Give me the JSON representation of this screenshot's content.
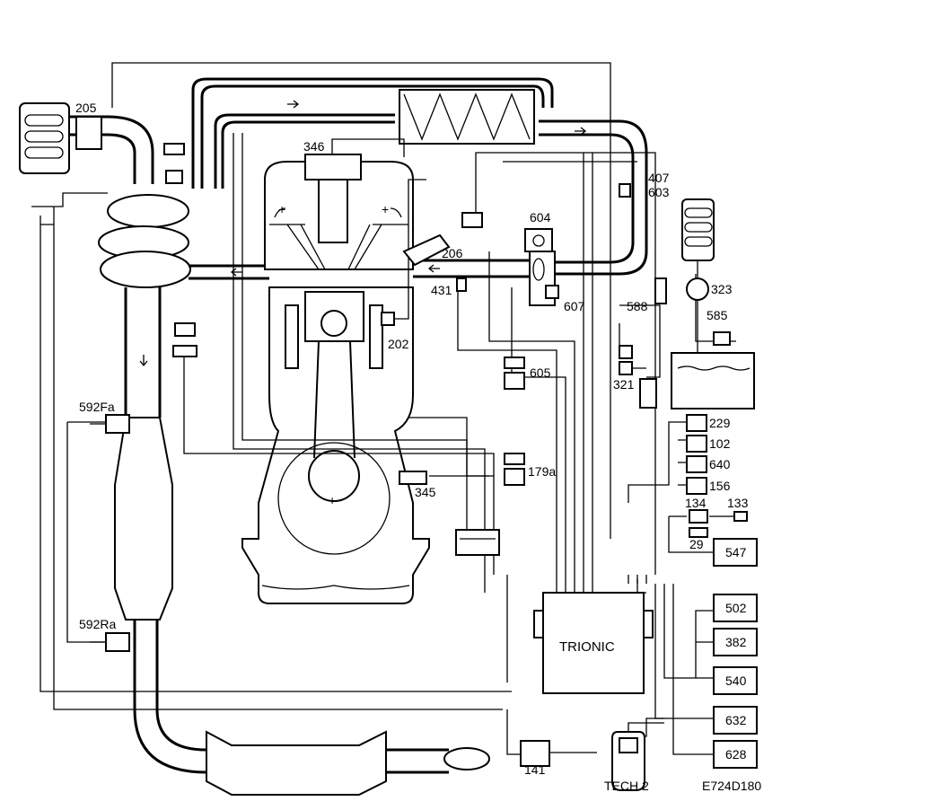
{
  "labels": {
    "l205": "205",
    "l346": "346",
    "l407": "407",
    "l603": "603",
    "l604": "604",
    "l206": "206",
    "l431": "431",
    "l607": "607",
    "l588": "588",
    "l323": "323",
    "l585": "585",
    "l202": "202",
    "l605": "605",
    "l321": "321",
    "l229": "229",
    "l102": "102",
    "l640": "640",
    "l156": "156",
    "l134": "134",
    "l133": "133",
    "l29": "29",
    "l547": "547",
    "l179a": "179a",
    "l345": "345",
    "l592fa": "592Fa",
    "l592ra": "592Ra",
    "trionic": "TRIONIC",
    "l502": "502",
    "l382": "382",
    "l540": "540",
    "l632": "632",
    "l628": "628",
    "l141": "141",
    "tech2": "TECH 2",
    "code": "E724D180"
  }
}
